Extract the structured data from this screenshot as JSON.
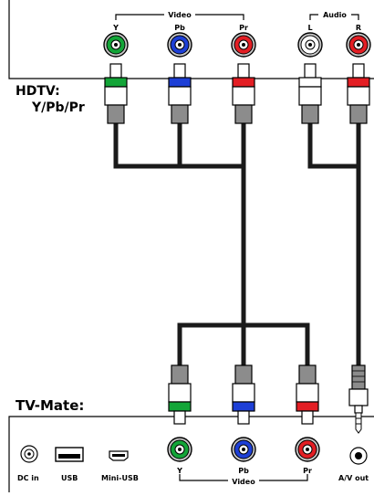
{
  "hdtv": {
    "label_line1": "HDTV:",
    "label_line2": "Y/Pb/Pr",
    "video_group": "Video",
    "audio_group": "Audio",
    "jacks": [
      {
        "label": "Y",
        "color": "#13a538"
      },
      {
        "label": "Pb",
        "color": "#1d3fd6"
      },
      {
        "label": "Pr",
        "color": "#e31e24"
      },
      {
        "label": "L",
        "color": "#ffffff"
      },
      {
        "label": "R",
        "color": "#e31e24"
      }
    ]
  },
  "tvmate": {
    "label": "TV-Mate:",
    "video_group": "Video",
    "ports": [
      {
        "label": "DC in",
        "icon": "dc-jack-icon"
      },
      {
        "label": "USB",
        "icon": "usb-port-icon"
      },
      {
        "label": "Mini-USB",
        "icon": "mini-usb-port-icon"
      }
    ],
    "jacks": [
      {
        "label": "Y",
        "color": "#13a538"
      },
      {
        "label": "Pb",
        "color": "#1d3fd6"
      },
      {
        "label": "Pr",
        "color": "#e31e24"
      }
    ],
    "av_label": "A/V out"
  },
  "colors": {
    "cable": "#1a1a1a",
    "plug_grey": "#8c8c8c",
    "jack_ring": "#bdbdbd"
  }
}
